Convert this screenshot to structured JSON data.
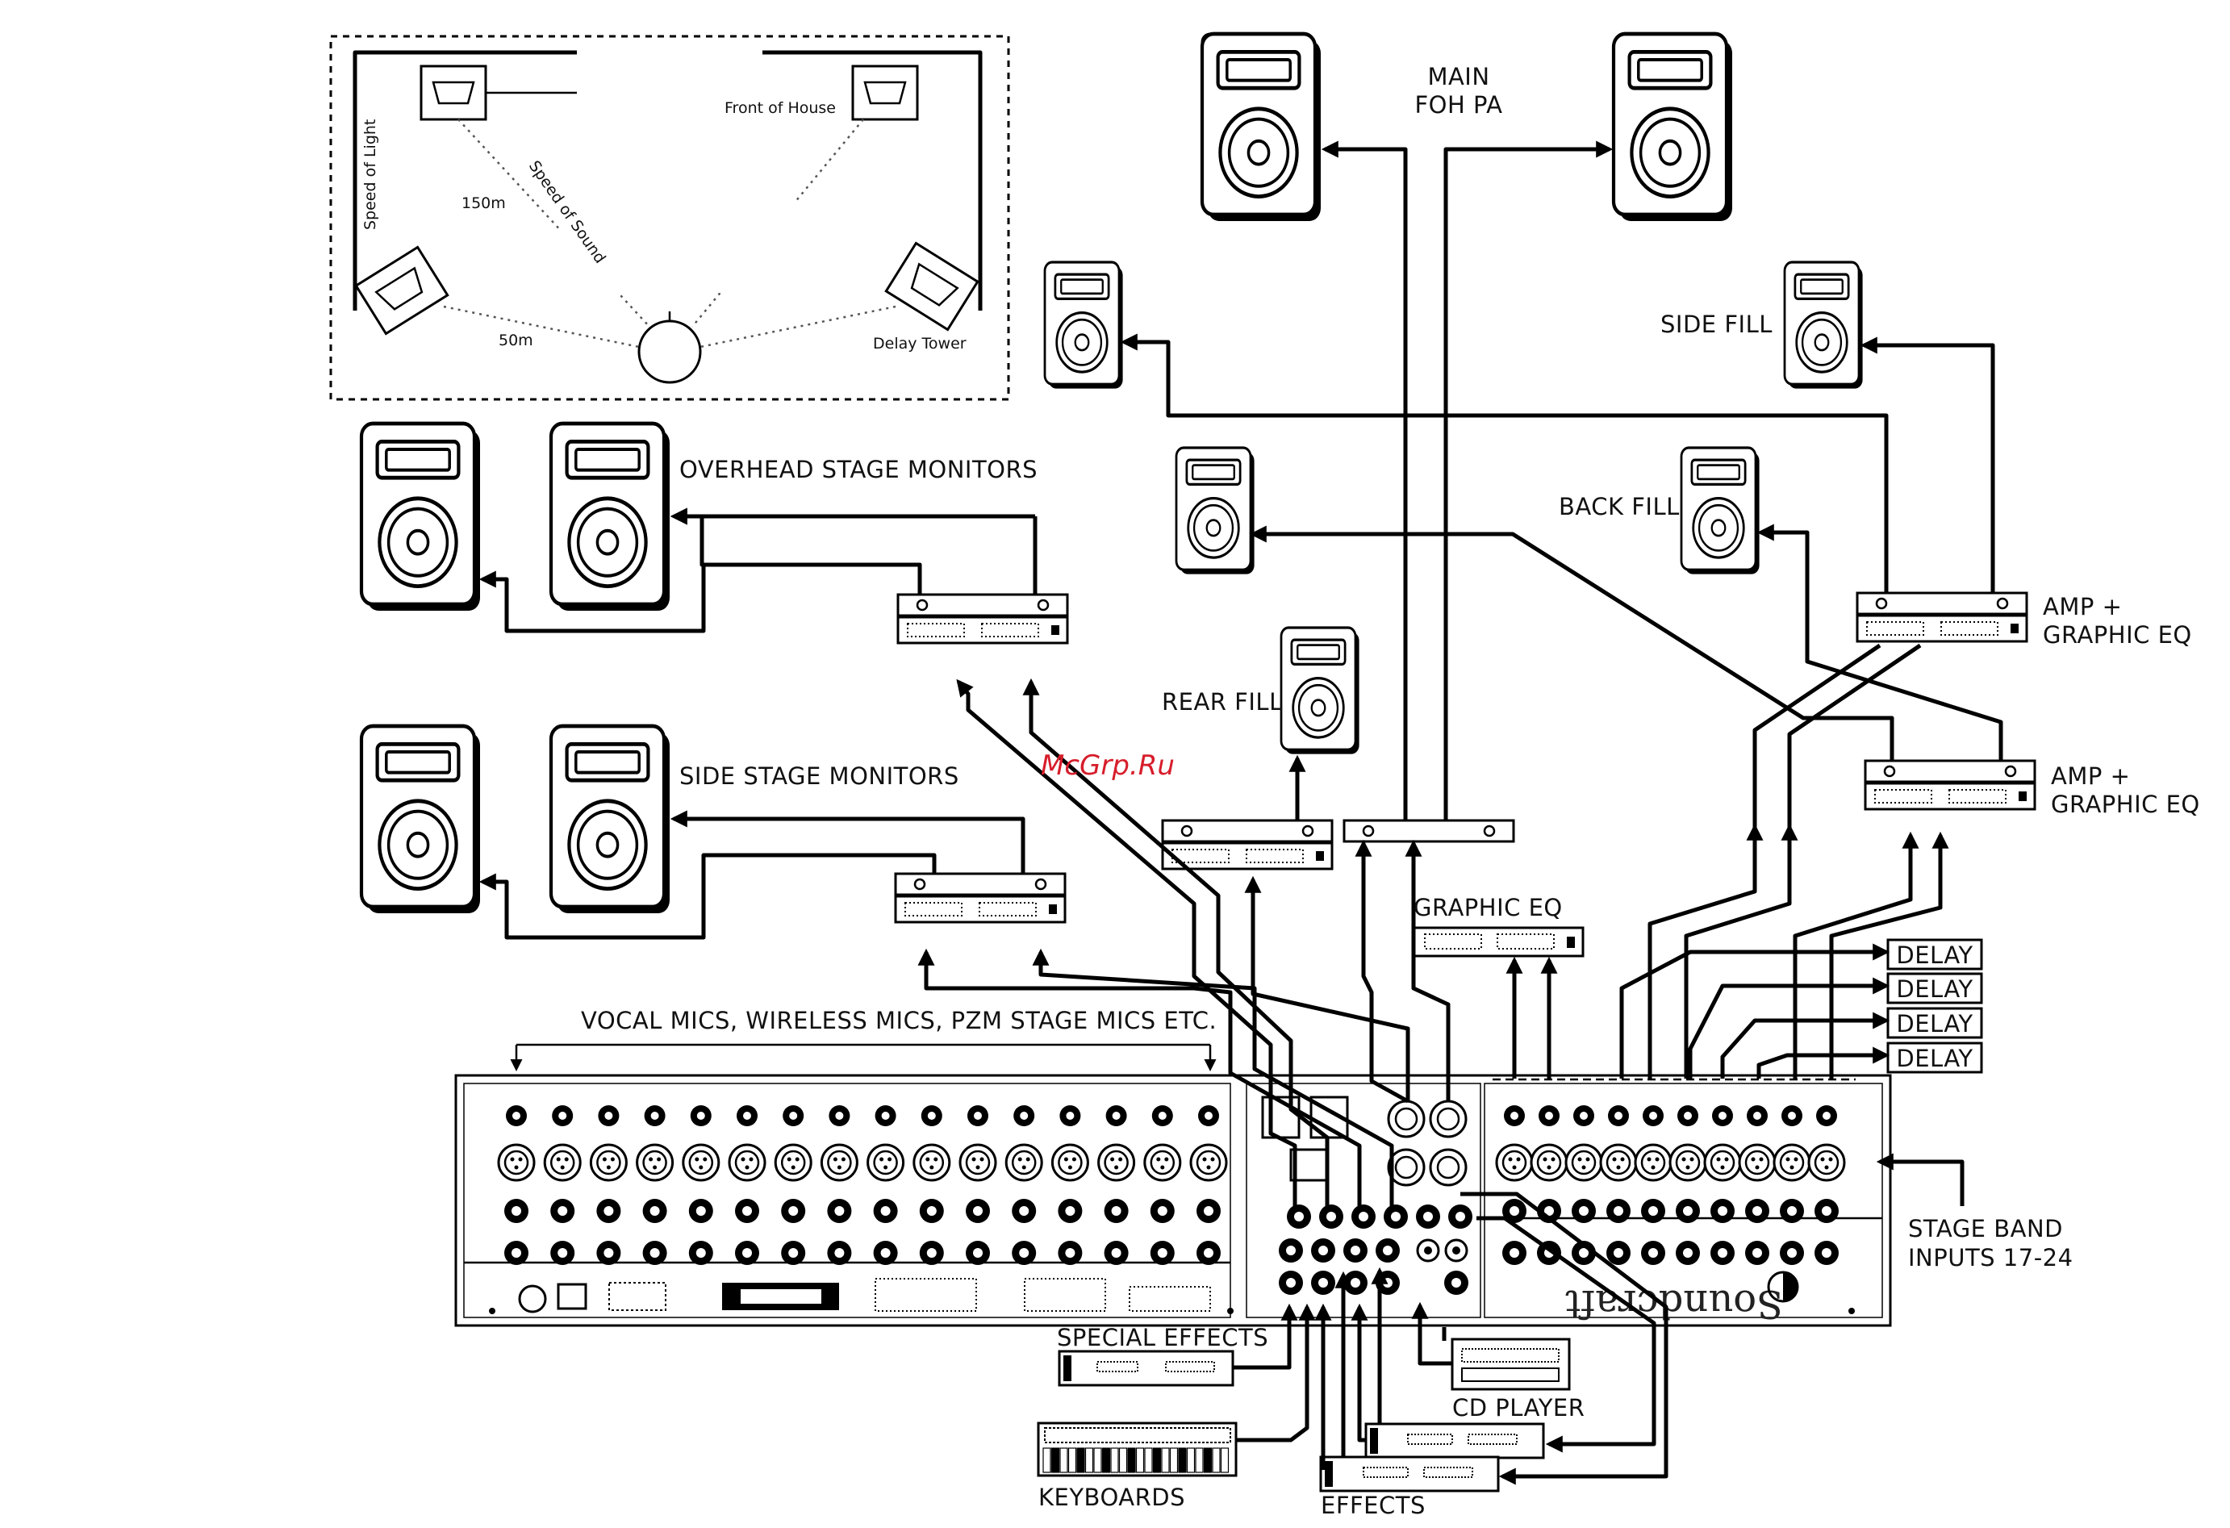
{
  "labels": {
    "main_foh_pa_line1": "MAIN",
    "main_foh_pa_line2": "FOH PA",
    "side_fill": "SIDE FILL",
    "back_fill": "BACK FILL",
    "rear_fill": "REAR FILL",
    "overhead_stage_monitors": "OVERHEAD STAGE MONITORS",
    "side_stage_monitors": "SIDE STAGE MONITORS",
    "amp_graphic_eq_1_line1": "AMP +",
    "amp_graphic_eq_1_line2": "GRAPHIC EQ",
    "amp_graphic_eq_2_line1": "AMP +",
    "amp_graphic_eq_2_line2": "GRAPHIC EQ",
    "graphic_eq": "GRAPHIC EQ",
    "delay": [
      "DELAY",
      "DELAY",
      "DELAY",
      "DELAY"
    ],
    "vocal_mics": "VOCAL MICS, WIRELESS MICS, PZM STAGE MICS ETC.",
    "stage_band_line1": "STAGE BAND",
    "stage_band_line2": "INPUTS 17-24",
    "special_effects": "SPECIAL EFFECTS",
    "cd_player": "CD PLAYER",
    "keyboards": "KEYBOARDS",
    "effects": "EFFECTS",
    "brand": "Soundcraft",
    "watermark": "McGrp.Ru"
  },
  "inset": {
    "front_of_house": "Front of House",
    "speed_of_light": "Speed of Light",
    "speed_of_sound": "Speed of Sound",
    "distance_far": "150m",
    "distance_near": "50m",
    "delay_tower": "Delay Tower"
  },
  "colors": {
    "ink": "#000000",
    "paper": "#ffffff",
    "watermark": "#d71d2b"
  }
}
